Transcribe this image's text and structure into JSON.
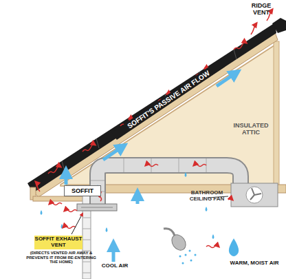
{
  "diagram": {
    "nodes": [
      {
        "text": [
          "SOFFIT"
        ]
      }
    ],
    "edges": [],
    "labels": [
      "RIDGE VENT",
      "SOFFIT'S PASSIVE AIR FLOW",
      "INSULATED ATTIC",
      "BATHROOM CEILING FAN",
      "SOFFIT EXHAUST VENT",
      "(DIRECTS VENTED AIR AWAY & PREVENTS IT FROM RE-ENTERING THE HOME)",
      "COOL AIR",
      "WARM, MOIST AIR"
    ]
  }
}
